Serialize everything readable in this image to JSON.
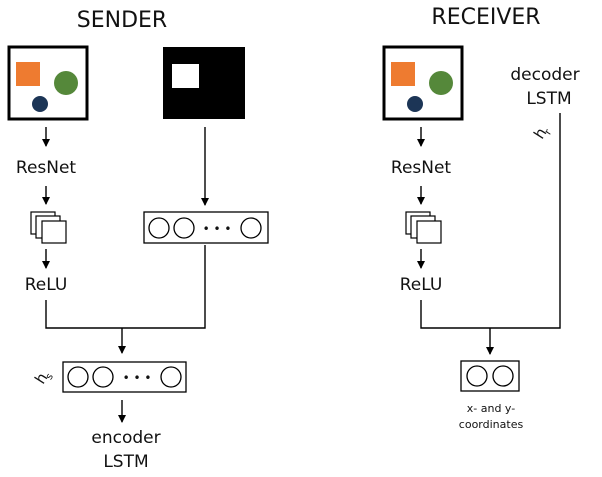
{
  "sender": {
    "title": "SENDER",
    "resnet_label": "ResNet",
    "relu_label": "ReLU",
    "hidden_label": "h",
    "hidden_sub": "s",
    "encoder_label_line1": "encoder",
    "encoder_label_line2": "LSTM",
    "ellipsis": "• • •"
  },
  "receiver": {
    "title": "RECEIVER",
    "resnet_label": "ResNet",
    "relu_label": "ReLU",
    "decoder_label_line1": "decoder",
    "decoder_label_line2": "LSTM",
    "hidden_label": "h",
    "hidden_sub": "r",
    "output_label_line1": "x- and y-",
    "output_label_line2": "coordinates"
  },
  "colors": {
    "orange": "#ee7b30",
    "green": "#55883a",
    "navy": "#1c3556",
    "black": "#000000"
  }
}
